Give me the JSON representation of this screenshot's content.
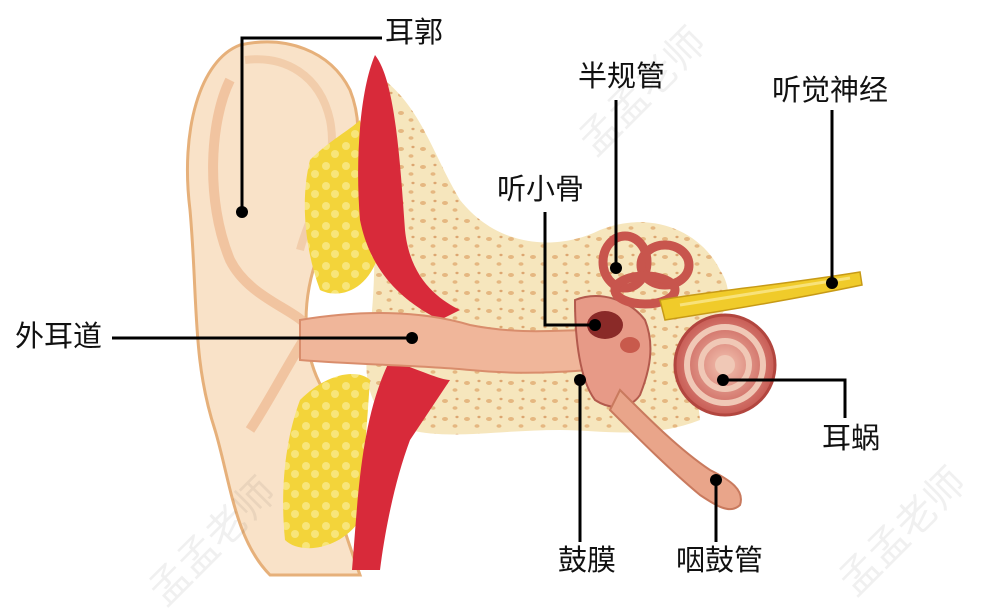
{
  "labels": {
    "auricle": "耳郭",
    "semicircular_canals": "半规管",
    "auditory_nerve": "听觉神经",
    "ossicles": "听小骨",
    "ear_canal": "外耳道",
    "cochlea": "耳蜗",
    "eardrum": "鼓膜",
    "eustachian_tube": "咽鼓管"
  },
  "watermark": "孟孟老师",
  "colors": {
    "skin": "#f7dcc0",
    "skin_dark": "#e9b48e",
    "bone": "#f6e6bd",
    "bone_spots": "#e6b87e",
    "cartilage": "#f2d63c",
    "muscle": "#d82a3a",
    "canal": "#f0b69a",
    "cochlea": "#d9786e",
    "nerve": "#f0cb2a",
    "leader": "#000000"
  }
}
